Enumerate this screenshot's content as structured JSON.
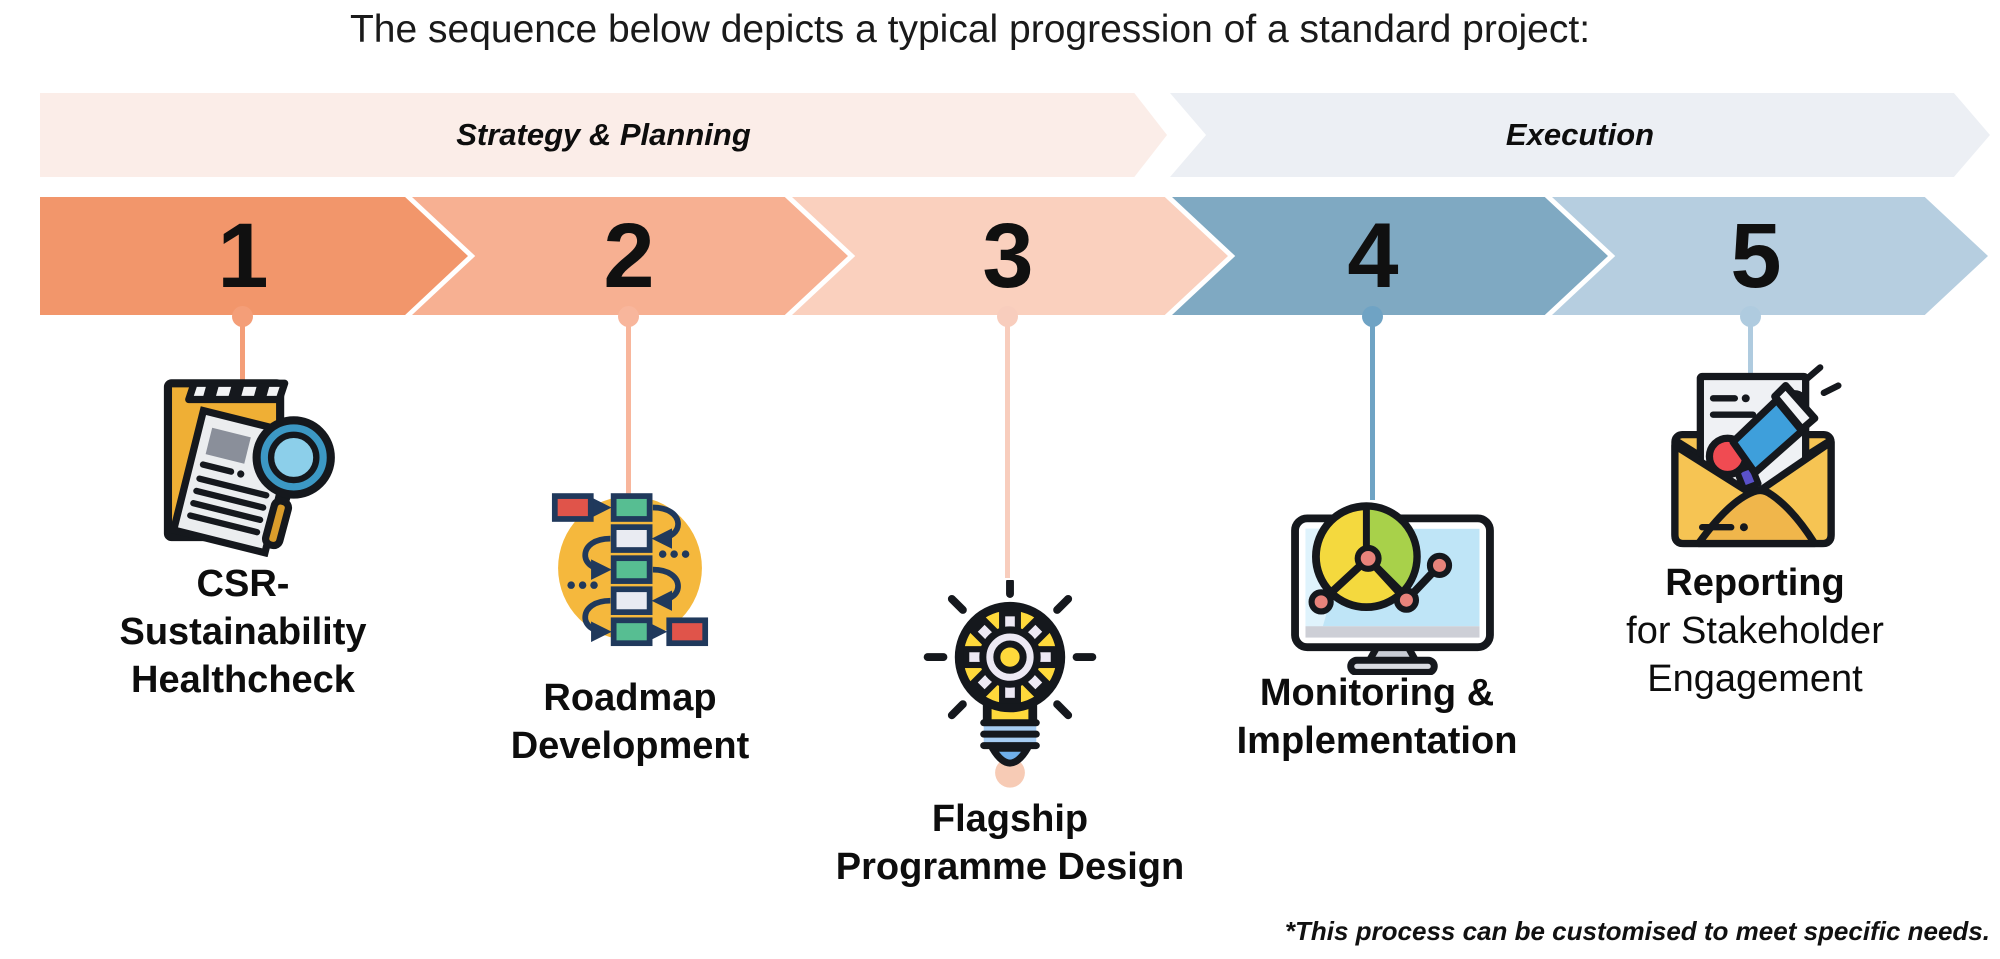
{
  "title": "The sequence below depicts a typical progression of a standard project:",
  "phases": [
    {
      "label": "Strategy & Planning",
      "color": "#FBEDE8"
    },
    {
      "label": "Execution",
      "color": "#ECEFF4"
    }
  ],
  "steps": [
    {
      "number": "1",
      "label_lines": [
        "CSR-",
        "Sustainability",
        "Healthcheck"
      ],
      "chevron_color": "#F2966B",
      "connector_color": "#F49E78",
      "icon": "document-magnifier-icon"
    },
    {
      "number": "2",
      "label_lines": [
        "Roadmap",
        "Development"
      ],
      "chevron_color": "#F7B092",
      "connector_color": "#F8B69C",
      "icon": "roadmap-flowchart-icon"
    },
    {
      "number": "3",
      "label_lines": [
        "Flagship",
        "Programme Design"
      ],
      "chevron_color": "#FAD0BE",
      "connector_color": "#F8CDBD",
      "icon": "lightbulb-gear-icon"
    },
    {
      "number": "4",
      "label_lines": [
        "Monitoring &",
        "Implementation"
      ],
      "chevron_color": "#7FA9C2",
      "connector_color": "#6FA3C4",
      "icon": "monitor-analytics-icon"
    },
    {
      "number": "5",
      "label_lines": [
        "Reporting",
        "for Stakeholder",
        "Engagement"
      ],
      "chevron_color": "#B6CEE0",
      "connector_color": "#AFCBDF",
      "icon": "envelope-megaphone-icon"
    }
  ],
  "footnote": "*This process can be customised to meet specific needs.",
  "number_color": "#101010",
  "text_color": "#0d0d0d"
}
